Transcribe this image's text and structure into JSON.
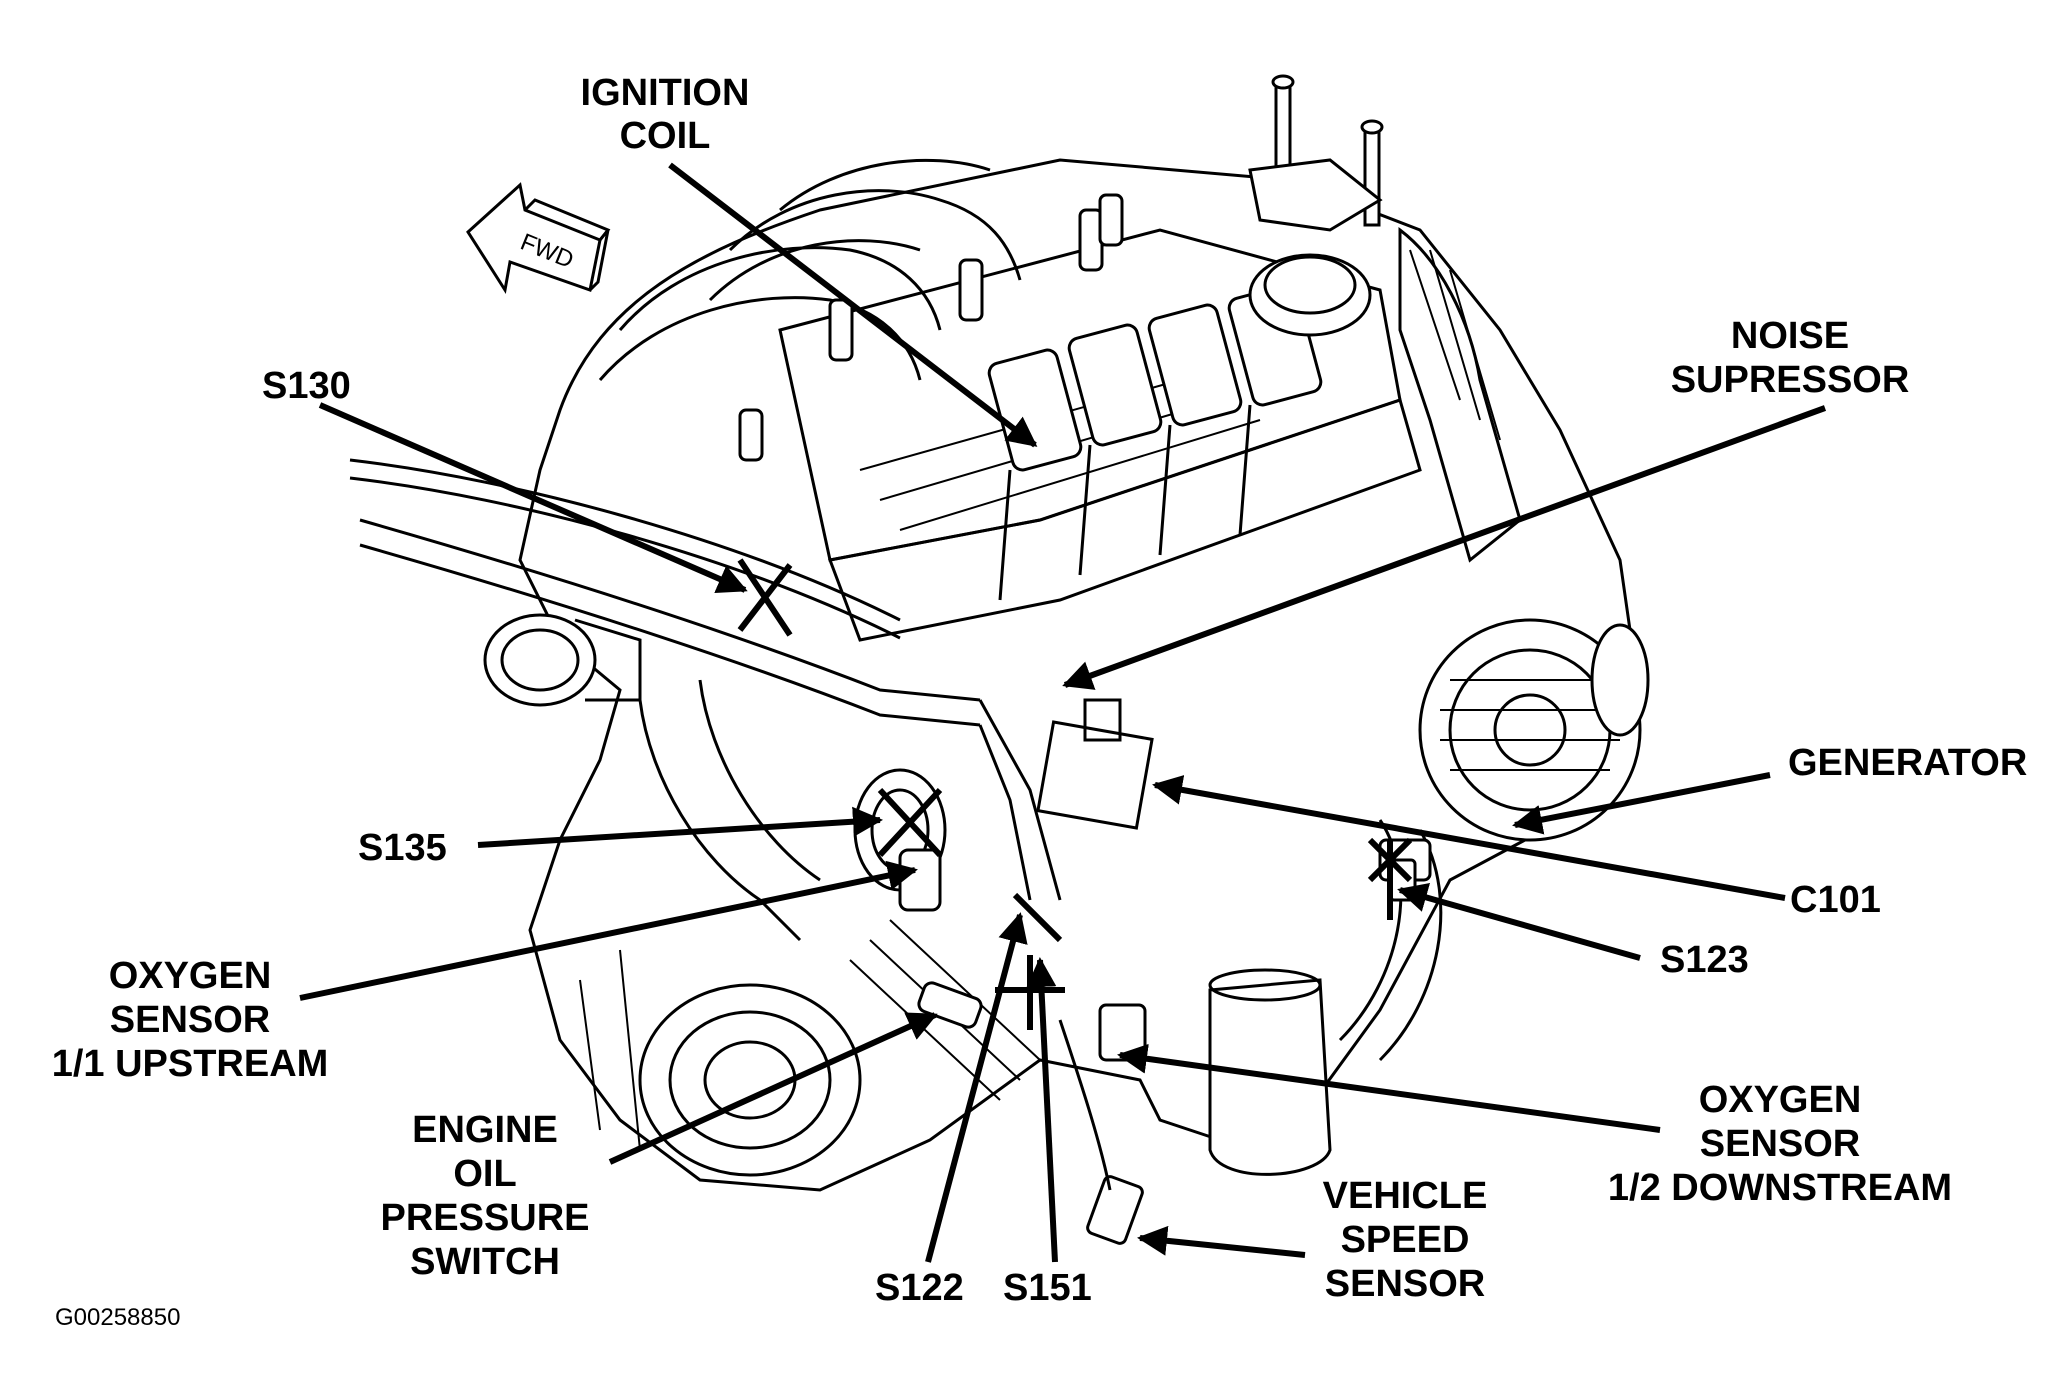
{
  "fwd_label": "FWD",
  "figure_id": "G00258850",
  "labels": {
    "ignition_coil": [
      "IGNITION",
      "COIL"
    ],
    "noise_supressor": [
      "NOISE",
      "SUPRESSOR"
    ],
    "s130": "S130",
    "generator": "GENERATOR",
    "s135": "S135",
    "c101": "C101",
    "oxygen_sensor_upstream": [
      "OXYGEN",
      "SENSOR",
      "1/1 UPSTREAM"
    ],
    "s123": "S123",
    "engine_oil_pressure_switch": [
      "ENGINE",
      "OIL",
      "PRESSURE",
      "SWITCH"
    ],
    "oxygen_sensor_downstream": [
      "OXYGEN",
      "SENSOR",
      "1/2 DOWNSTREAM"
    ],
    "vehicle_speed_sensor": [
      "VEHICLE",
      "SPEED",
      "SENSOR"
    ],
    "s122": "S122",
    "s151": "S151"
  }
}
